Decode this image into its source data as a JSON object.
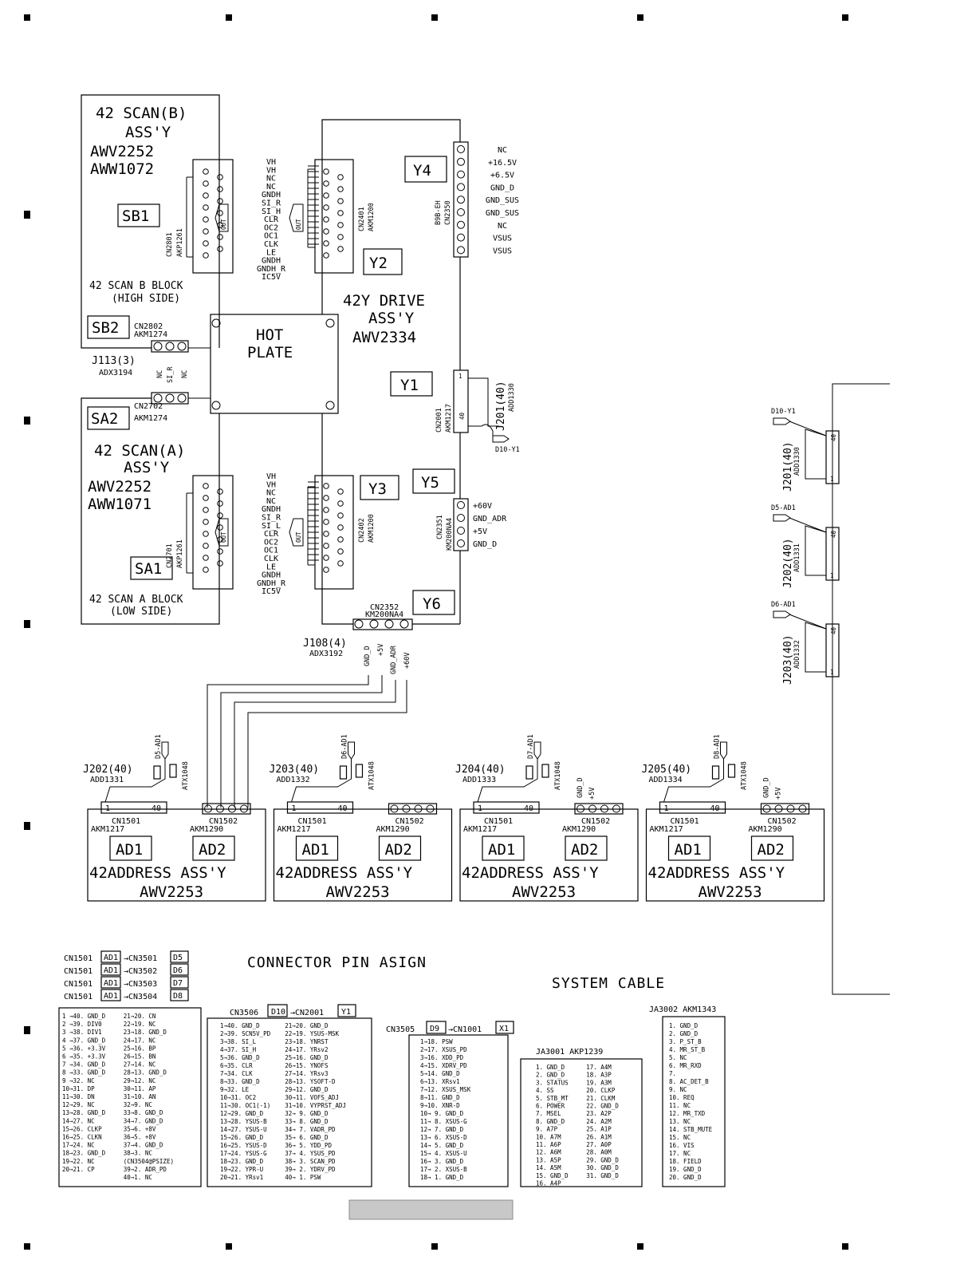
{
  "scan_b": {
    "title1": "42 SCAN(B)",
    "title2": "ASS'Y",
    "part1": "AWV2252",
    "part2": "AWW1072",
    "block1": "42 SCAN B BLOCK",
    "block2": "(HIGH SIDE)",
    "sb1": "SB1",
    "sb2": "SB2",
    "cn": "CN2801",
    "cn_part": "AKP1261",
    "out": "OUT",
    "cn2802": "CN2802",
    "cn2802_part": "AKM1274",
    "j113": "J113(3)",
    "j113_part": "ADX3194",
    "j113_pins": [
      "NC",
      "SI_R",
      "NC"
    ]
  },
  "scan_a": {
    "title1": "42 SCAN(A)",
    "title2": "ASS'Y",
    "part1": "AWV2252",
    "part2": "AWW1071",
    "block1": "42 SCAN A BLOCK",
    "block2": "(LOW SIDE)",
    "sa1": "SA1",
    "sa2": "SA2",
    "cn": "CN2701",
    "cn_part": "AKP1261",
    "out": "OUT",
    "cn2702": "CN2702",
    "cn2702_part": "AKM1274"
  },
  "signals_b": [
    "VH",
    "VH",
    "NC",
    "NC",
    "GNDH",
    "SI_R",
    "SI_H",
    "CLR",
    "OC2",
    "OC1",
    "CLK",
    "LE",
    "GNDH",
    "GNDH_R",
    "IC5V"
  ],
  "signals_a": [
    "VH",
    "VH",
    "NC",
    "NC",
    "GNDH",
    "SI_R",
    "SI_L",
    "CLR",
    "OC2",
    "OC1",
    "CLK",
    "LE",
    "GNDH",
    "GNDH_R",
    "IC5V"
  ],
  "hot_plate": {
    "line1": "HOT",
    "line2": "PLATE"
  },
  "ydrive": {
    "title1": "42Y DRIVE",
    "title2": "ASS'Y",
    "part": "AWV2334",
    "y1": "Y1",
    "y2": "Y2",
    "y3": "Y3",
    "y4": "Y4",
    "y5": "Y5",
    "y6": "Y6",
    "cn2401": "CN2401",
    "cn2401_part": "AKM1200",
    "cn2402": "CN2402",
    "cn2402_part": "AKM1200",
    "cn2350": "CN2350",
    "cn2350_part": "B9B-EH",
    "cn2350_pins": [
      "NC",
      "+16.5V",
      "+6.5V",
      "GND_D",
      "GND_SUS",
      "GND_SUS",
      "NC",
      "VSUS",
      "VSUS"
    ],
    "cn2351": "CN2351",
    "cn2351_part": "KM200NA4",
    "cn2351_pins": [
      "+60V",
      "GND_ADR",
      "+5V",
      "GND_D"
    ],
    "cn2001": "CN2001",
    "cn2001_part": "AKM1217",
    "j201": "J201(40)",
    "j201_part": "ADD1330",
    "d10y1": "D10-Y1",
    "cn2352": "CN2352",
    "cn2352_part": "KM200NA4",
    "j108": "J108(4)",
    "j108_part": "ADX3192",
    "j108_pins": [
      "GND_D",
      "+5V",
      "GND_ADR",
      "+60V"
    ],
    "pin1": "1",
    "pin40": "40"
  },
  "right_cables": [
    {
      "tag": "D10-Y1",
      "label": "J201(40)",
      "part": "ADD1330"
    },
    {
      "tag": "D5-AD1",
      "label": "J202(40)",
      "part": "ADD1331"
    },
    {
      "tag": "D6-AD1",
      "label": "J203(40)",
      "part": "ADD1332"
    }
  ],
  "address": [
    {
      "j": "J202(40)",
      "jp": "ADD1331",
      "tag": "D5-AD1",
      "pins5": [
        "",
        ""
      ]
    },
    {
      "j": "J203(40)",
      "jp": "ADD1332",
      "tag": "D6-AD1",
      "pins5": [
        "",
        ""
      ]
    },
    {
      "j": "J204(40)",
      "jp": "ADD1333",
      "tag": "D7-AD1",
      "pins5": [
        "GND_D",
        "+5V"
      ]
    },
    {
      "j": "J205(40)",
      "jp": "ADD1334",
      "tag": "D8-AD1",
      "pins5": [
        "GND_D",
        "+5V"
      ]
    }
  ],
  "address_common": {
    "atx": "ATX1048",
    "cn1501": "CN1501",
    "cn1501_part": "AKM1217",
    "cn1502": "CN1502",
    "cn1502_part": "AKM1290",
    "ad1": "AD1",
    "ad2": "AD2",
    "title": "42ADDRESS ASS'Y",
    "part": "AWV2253"
  },
  "legend": {
    "title": "CONNECTOR PIN ASIGN",
    "system": "SYSTEM CABLE",
    "rows": [
      {
        "a": "CN1501",
        "b": "AD1",
        "c": "→CN3501",
        "d": "D5"
      },
      {
        "a": "CN1501",
        "b": "AD1",
        "c": "→CN3502",
        "d": "D6"
      },
      {
        "a": "CN1501",
        "b": "AD1",
        "c": "→CN3503",
        "d": "D7"
      },
      {
        "a": "CN1501",
        "b": "AD1",
        "c": "→CN3504",
        "d": "D8"
      }
    ]
  },
  "table1": [
    "1 →40. GND_D     21→20. CN",
    "2 →39. DIV0      22→19. NC",
    "3 →38. DIV1      23→18. GND_D",
    "4 →37. GND_D     24→17. NC",
    "5 →36. +3.3V     25→16. BP",
    "6 →35. +3.3V     26→15. BN",
    "7 →34. GND_D     27→14. NC",
    "8 →33. GND_D     28→13. GND_D",
    "9 →32. NC        29→12. NC",
    "10→31. DP        30→11. AP",
    "11→30. DN        31→10. AN",
    "12→29. NC        32→9. NC",
    "13→28. GND_D     33→8. GND_D",
    "14→27. NC        34→7. GND_D",
    "15→26. CLKP      35→6. +8V",
    "16→25. CLKN      36→5. +8V",
    "17→24. NC        37→4. GND_D",
    "18→23. GND_D     38→3. NC",
    "19→22. NC        (CN3504@PSIZE)",
    "20→21. CP        39→2. ADR_PD",
    "                 40→1. NC"
  ],
  "table2_hdr": {
    "a": "CN3506",
    "b": "D10",
    "c": "→CN2001",
    "d": "Y1"
  },
  "table2": [
    "1→40. GND_D       21→20. GND_D",
    "2→39. SCN5V_PD    22→19. YSUS-MSK",
    "3→38. SI_L        23→18. YNRST",
    "4→37. SI_H        24→17. YRsv2",
    "5→36. GND_D       25→16. GND_D",
    "6→35. CLR         26→15. YNOFS",
    "7→34. CLK         27→14. YRsv3",
    "8→33. GND_D       28→13. YSOFT-D",
    "9→32. LE          29→12. GND_D",
    "10→31. OC2        30→11. VOFS_ADJ",
    "11→30. OC1(-1)    31→10. VYPRST_ADJ",
    "12→29. GND_D      32→ 9. GND_D",
    "13→28. YSUS-B     33→ 8. GND_D",
    "14→27. YSUS-U     34→ 7. VADR_PD",
    "15→26. GND_D      35→ 6. GND_D",
    "16→25. YSUS-D     36→ 5. YDD_PD",
    "17→24. YSUS-G     37→ 4. YSUS_PD",
    "18→23. GND_D      38→ 3. SCAN_PD",
    "19→22. YPR-U      39→ 2. YDRV_PD",
    "20→21. YRsv1      40→ 1. PSW"
  ],
  "table3_hdr": {
    "a": "CN3505",
    "b": "D9",
    "c": "→CN1001",
    "d": "X1"
  },
  "table3": [
    "1→18. PSW",
    "2→17. XSUS_PD",
    "3→16. XDD_PD",
    "4→15. XDRV_PD",
    "5→14. GND_D",
    "6→13. XRsv1",
    "7→12. XSUS_MSK",
    "8→11. GND_D",
    "9→10. XNR-D",
    "10→ 9. GND_D",
    "11→ 8. XSUS-G",
    "12→ 7. GND_D",
    "13→ 6. XSUS-D",
    "14→ 5. GND_D",
    "15→ 4. XSUS-U",
    "16→ 3. GND_D",
    "17→ 2. XSUS-B",
    "18→ 1. GND_D"
  ],
  "table4_hdr": "JA3001 AKP1239",
  "table4": [
    "1. GND_D      17. A4M",
    "2. GND_D      18. A3P",
    "3. STATUS     19. A3M",
    "4. SS         20. CLKP",
    "5. STB_MT     21. CLKM",
    "6. POWER      22. GND_D",
    "7. MSEL       23. A2P",
    "8. GND_D      24. A2M",
    "9. A7P        25. A1P",
    "10. A7M       26. A1M",
    "11. A6P       27. A0P",
    "12. A6M       28. A0M",
    "13. A5P       29. GND_D",
    "14. A5M       30. GND_D",
    "15. GND_D     31. GND_D",
    "16. A4P"
  ],
  "table5_hdr": "JA3002 AKM1343",
  "table5": [
    "1. GND_D",
    "2. GND_D",
    "3. P_ST_B",
    "4. MR_ST_B",
    "5. NC",
    "6. MR_RXD",
    "7.",
    "8. AC_DET_B",
    "9. NC",
    "10. REQ",
    "11. NC",
    "12. MR_TXD",
    "13. NC",
    "14. STB_MUTE",
    "15. NC",
    "16. VIS",
    "17. NC",
    "18. FIELD",
    "19. GND_D",
    "20. GND_D"
  ]
}
